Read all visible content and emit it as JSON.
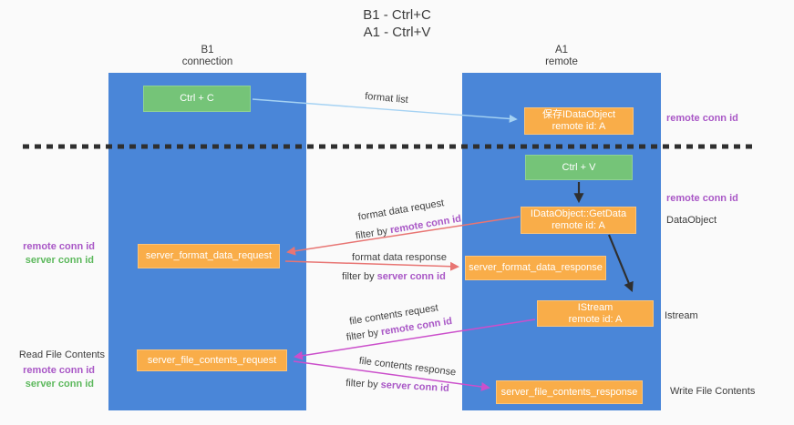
{
  "title": {
    "line1": "B1 - Ctrl+C",
    "line2": "A1 - Ctrl+V"
  },
  "columns": {
    "left": {
      "name": "B1",
      "role": "connection"
    },
    "right": {
      "name": "A1",
      "role": "remote"
    }
  },
  "nodes": {
    "ctrl_c": {
      "label": "Ctrl + C"
    },
    "save_dataobject": {
      "line1": "保存IDataObject",
      "line2": "remote id: A"
    },
    "ctrl_v": {
      "label": "Ctrl + V"
    },
    "getdata": {
      "line1": "IDataObject::GetData",
      "line2": "remote id: A"
    },
    "server_format_data_request": {
      "label": "server_format_data_request"
    },
    "server_format_data_response": {
      "label": "server_format_data_response"
    },
    "istream": {
      "line1": "IStream",
      "line2": "remote id: A"
    },
    "server_file_contents_request": {
      "label": "server_file_contents_request"
    },
    "server_file_contents_response": {
      "label": "server_file_contents_response"
    }
  },
  "arrow_labels": {
    "format_list": "format list",
    "format_data_request": "format data request",
    "format_data_response": "format data response",
    "file_contents_request": "file contents request",
    "file_contents_response": "file contents response",
    "filter_by": "filter by",
    "remote_conn_id": "remote conn id",
    "server_conn_id": "server conn id"
  },
  "side_labels": {
    "remote_conn_id_right_top": "remote conn id",
    "remote_conn_id_right_mid": "remote conn id",
    "dataobject": "DataObject",
    "istream": "Istream",
    "write_file_contents": "Write File Contents",
    "read_file_contents": "Read File Contents",
    "remote_conn_id_left_top": "remote conn id",
    "server_conn_id_left_top": "server conn id",
    "remote_conn_id_left_bottom": "remote conn id",
    "server_conn_id_left_bottom": "server conn id"
  },
  "colors": {
    "column_blue": "#4a86d8",
    "box_orange": "#f9ad49",
    "box_green": "#75c478",
    "arrow_light_blue": "#a5d2f3",
    "arrow_red": "#e87573",
    "arrow_magenta": "#cb4fcb",
    "arrow_black": "#2f2f2f",
    "text_purple": "#a957c6",
    "text_green": "#5cb85c",
    "background": "#fafafa"
  }
}
